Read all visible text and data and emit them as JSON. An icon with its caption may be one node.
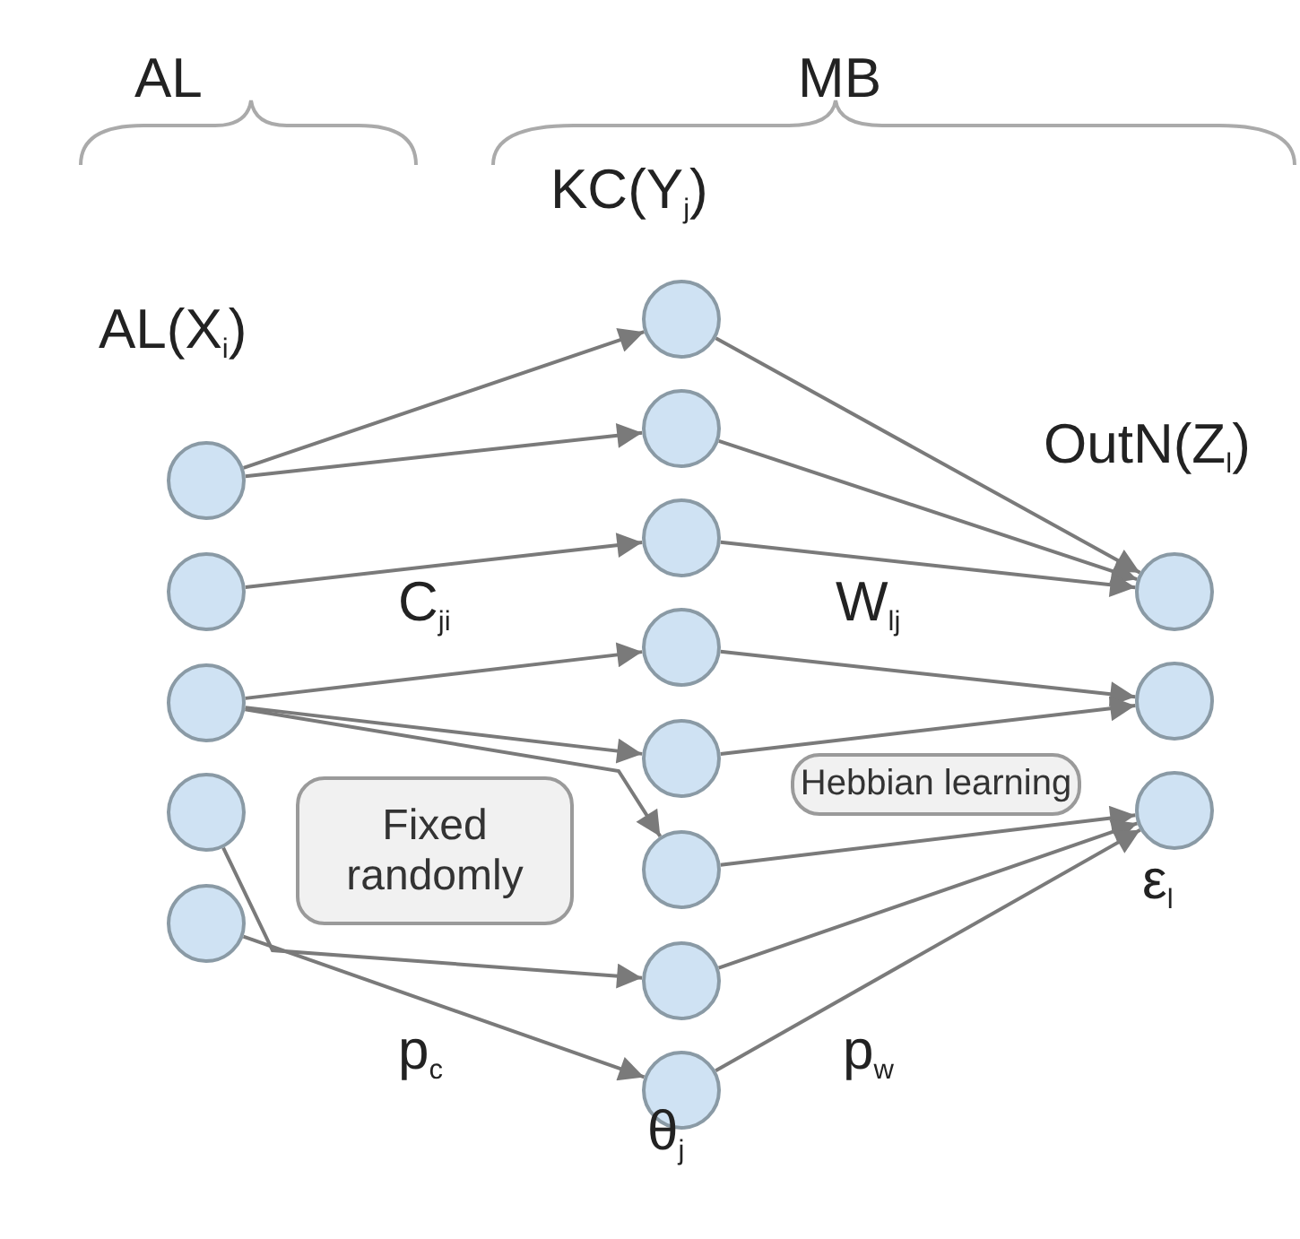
{
  "diagram": {
    "nodes": [
      {
        "text": [],
        "shape": "circle"
      },
      {
        "text": [],
        "shape": "circle"
      },
      {
        "text": [],
        "shape": "circle"
      },
      {
        "text": [],
        "shape": "circle"
      },
      {
        "text": [],
        "shape": "circle"
      },
      {
        "text": [],
        "shape": "circle"
      },
      {
        "text": [],
        "shape": "circle"
      },
      {
        "text": [],
        "shape": "circle"
      },
      {
        "text": [],
        "shape": "circle"
      },
      {
        "text": [],
        "shape": "circle"
      },
      {
        "text": [],
        "shape": "circle"
      },
      {
        "text": [],
        "shape": "circle"
      },
      {
        "text": [],
        "shape": "circle"
      },
      {
        "text": [],
        "shape": "circle"
      },
      {
        "text": [],
        "shape": "circle"
      },
      {
        "text": [],
        "shape": "circle"
      },
      {
        "text": [
          "Fixed randomly"
        ]
      },
      {
        "text": [
          "Hebbian learning"
        ]
      }
    ],
    "edges": [
      {
        "from": 0,
        "to": 5,
        "arrow": "to"
      },
      {
        "from": 0,
        "to": 6,
        "arrow": "to"
      },
      {
        "from": 1,
        "to": 7,
        "arrow": "to"
      },
      {
        "from": 2,
        "to": 8,
        "arrow": "to"
      },
      {
        "from": 2,
        "to": 9,
        "arrow": "to"
      },
      {
        "from": 2,
        "to": 10,
        "arrow": "to"
      },
      {
        "from": 3,
        "to": 11,
        "arrow": "to"
      },
      {
        "from": 4,
        "to": 12,
        "arrow": "to"
      },
      {
        "from": 5,
        "to": 13,
        "arrow": "to"
      },
      {
        "from": 6,
        "to": 13,
        "arrow": "to"
      },
      {
        "from": 7,
        "to": 13,
        "arrow": "to"
      },
      {
        "from": 8,
        "to": 14,
        "arrow": "to"
      },
      {
        "from": 9,
        "to": 14,
        "arrow": "to"
      },
      {
        "from": 10,
        "to": 15,
        "arrow": "to"
      },
      {
        "from": 11,
        "to": 15,
        "arrow": "to"
      },
      {
        "from": 12,
        "to": 15,
        "arrow": "to"
      }
    ],
    "labels": [
      "AL",
      "MB",
      "KC(Y$_{j}$)",
      "AL(X$_{i}$)",
      "OutN(Z$_{l}$)",
      "C$_{ji}$",
      "W$_{lj}$",
      "ε$_{l}$",
      "p$_{c}$",
      "p$_{w}$",
      "θ$_{j}$"
    ]
  }
}
